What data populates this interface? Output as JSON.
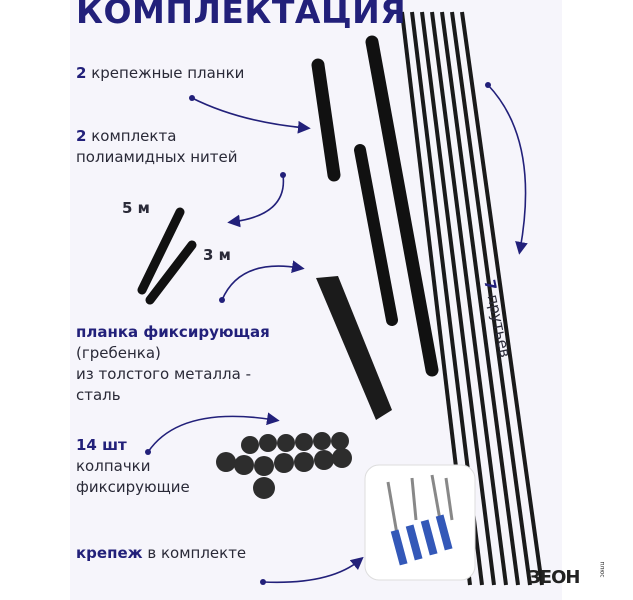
{
  "title": "КОМПЛЕКТАЦИЯ",
  "items": [
    {
      "count": "2",
      "text": "крепежные планки"
    },
    {
      "count": "2",
      "text": "комплекта",
      "text2": "полиамидных нитей"
    },
    {
      "length_a": "5 м",
      "length_b": "3 м"
    },
    {
      "line1": "планка фиксирующая",
      "line2": "(гребенка)",
      "line3": "из толстого металла -",
      "line4": "сталь"
    },
    {
      "count": "14 шт",
      "line2": "колпачки",
      "line3": "фиксирующие"
    },
    {
      "bold": "крепеж",
      "text": "в комплекте"
    }
  ],
  "rods": {
    "count": "7",
    "text": "прутьев"
  },
  "logo": {
    "text": "ЗЕОН",
    "sub": "плюс"
  },
  "colors": {
    "accent": "#22207a",
    "text": "#2a2a38",
    "panel": "#f6f5fb",
    "logo_green": "#37c24a"
  }
}
